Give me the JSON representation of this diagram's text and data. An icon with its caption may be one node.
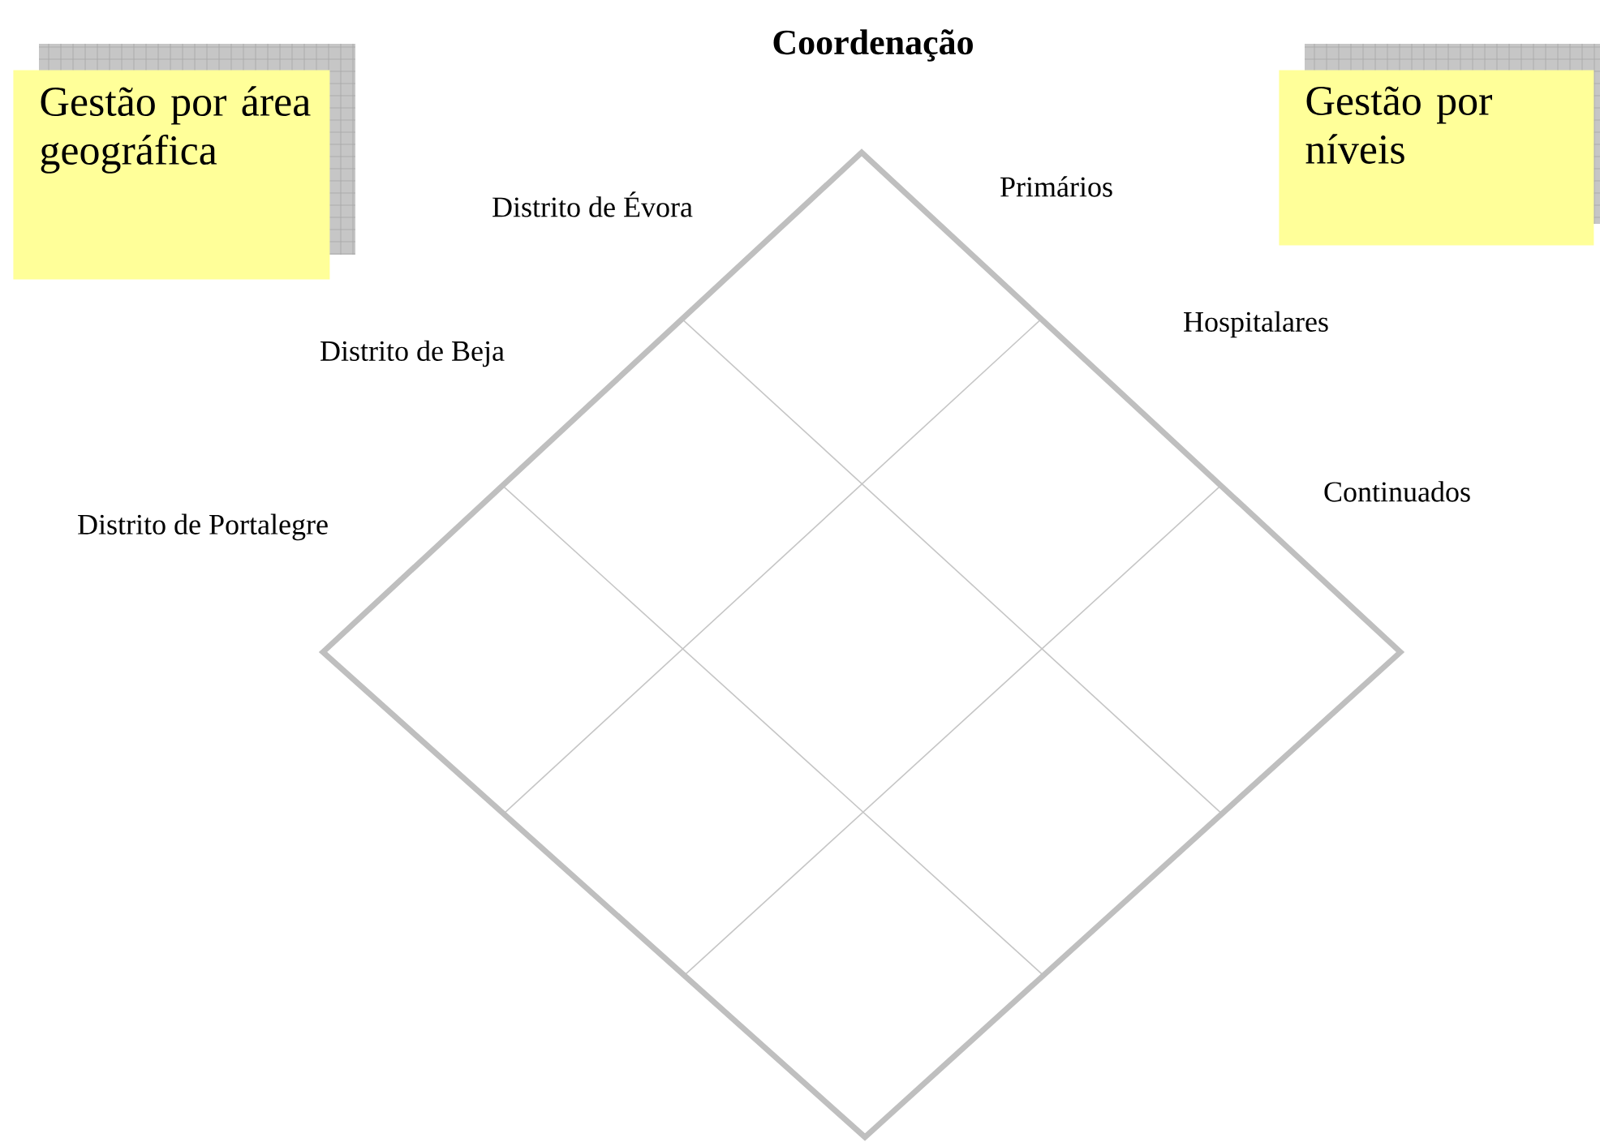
{
  "diagram": {
    "title": "Coordenação",
    "nodes": [
      {
        "text": [
          "Gestão por área geográfica"
        ]
      },
      {
        "text": [
          "Gestão por níveis"
        ]
      }
    ],
    "labels": [
      "Distrito de Évora",
      "Primários",
      "Distrito de Beja",
      "Hospitalares",
      "Distrito de Portalegre",
      "Continuados"
    ]
  }
}
